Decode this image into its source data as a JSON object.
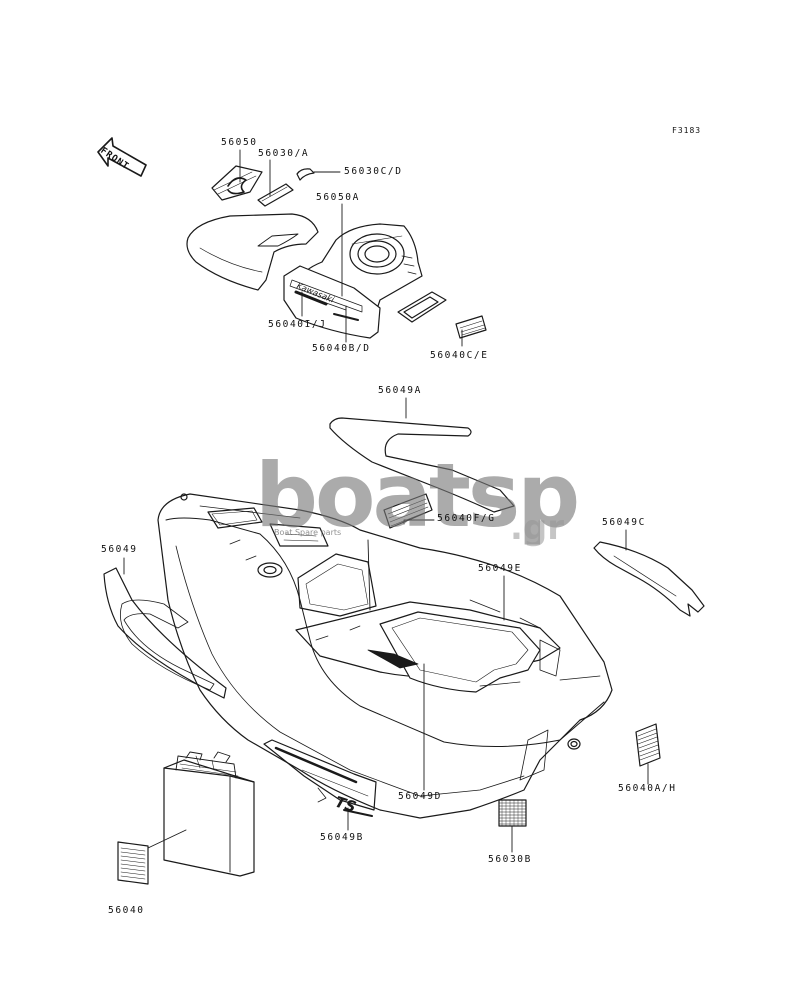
{
  "figure_code": "F3183",
  "front_label": "FRONT",
  "decal_texts": {
    "brand": "Kawasaki",
    "model": "TS"
  },
  "watermark": {
    "main": "boatsp",
    "suffix": ".gr",
    "tagline": "Boat Spare parts"
  },
  "parts": [
    "56050",
    "56030/A",
    "56030C/D",
    "56050A",
    "56040I/J",
    "56040B/D",
    "56040C/E",
    "56049A",
    "56040F/G",
    "56049C",
    "56049",
    "56049E",
    "56040A/H",
    "56049D",
    "56049B",
    "56030B",
    "56040"
  ],
  "colors": {
    "line": "#1a1a1a",
    "watermark": "#808080"
  }
}
